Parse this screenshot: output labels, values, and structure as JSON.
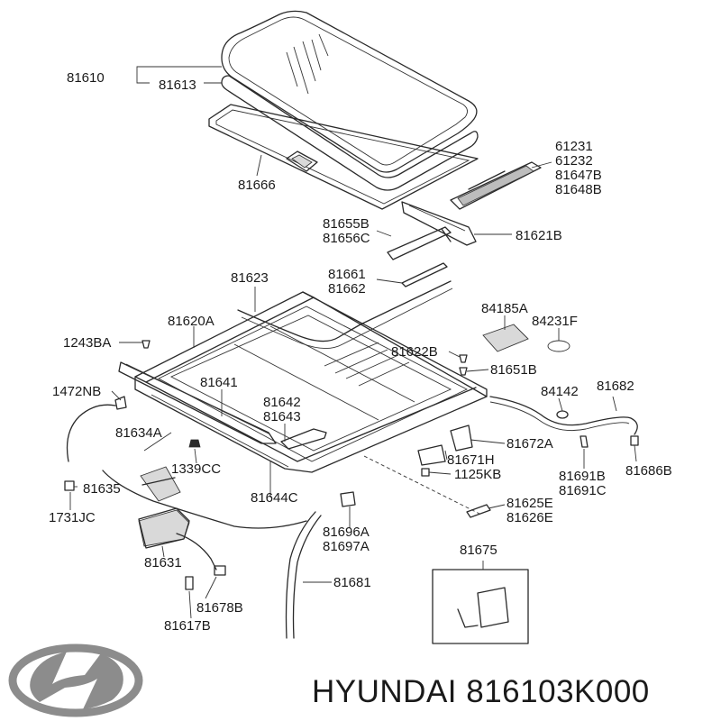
{
  "labels": [
    {
      "id": "81610",
      "text": "81610"
    },
    {
      "id": "81613",
      "text": "81613"
    },
    {
      "id": "81666",
      "text": "81666"
    },
    {
      "id": "61231",
      "text": "61231"
    },
    {
      "id": "61232",
      "text": "61232"
    },
    {
      "id": "81647B",
      "text": "81647B"
    },
    {
      "id": "81648B",
      "text": "81648B"
    },
    {
      "id": "81655B",
      "text": "81655B"
    },
    {
      "id": "81656C",
      "text": "81656C"
    },
    {
      "id": "81621B",
      "text": "81621B"
    },
    {
      "id": "81623",
      "text": "81623"
    },
    {
      "id": "81661",
      "text": "81661"
    },
    {
      "id": "81662",
      "text": "81662"
    },
    {
      "id": "81620A",
      "text": "81620A"
    },
    {
      "id": "84185A",
      "text": "84185A"
    },
    {
      "id": "84231F",
      "text": "84231F"
    },
    {
      "id": "1243BA",
      "text": "1243BA"
    },
    {
      "id": "81622B",
      "text": "81622B"
    },
    {
      "id": "81651B",
      "text": "81651B"
    },
    {
      "id": "1472NB",
      "text": "1472NB"
    },
    {
      "id": "81641",
      "text": "81641"
    },
    {
      "id": "84142",
      "text": "84142"
    },
    {
      "id": "81682",
      "text": "81682"
    },
    {
      "id": "81642",
      "text": "81642"
    },
    {
      "id": "81643",
      "text": "81643"
    },
    {
      "id": "81634A",
      "text": "81634A"
    },
    {
      "id": "81672A",
      "text": "81672A"
    },
    {
      "id": "81671H",
      "text": "81671H"
    },
    {
      "id": "1339CC",
      "text": "1339CC"
    },
    {
      "id": "1125KB",
      "text": "1125KB"
    },
    {
      "id": "81691B",
      "text": "81691B"
    },
    {
      "id": "81686B",
      "text": "81686B"
    },
    {
      "id": "81691C",
      "text": "81691C"
    },
    {
      "id": "81635",
      "text": "81635"
    },
    {
      "id": "81644C",
      "text": "81644C"
    },
    {
      "id": "81625E",
      "text": "81625E"
    },
    {
      "id": "81626E",
      "text": "81626E"
    },
    {
      "id": "1731JC",
      "text": "1731JC"
    },
    {
      "id": "81696A",
      "text": "81696A"
    },
    {
      "id": "81697A",
      "text": "81697A"
    },
    {
      "id": "81675",
      "text": "81675"
    },
    {
      "id": "81631",
      "text": "81631"
    },
    {
      "id": "81681",
      "text": "81681"
    },
    {
      "id": "81678B",
      "text": "81678B"
    },
    {
      "id": "81617B",
      "text": "81617B"
    }
  ],
  "brand": {
    "logo_icon": "hyundai-logo",
    "caption": "HYUNDAI 816103K000"
  },
  "colors": {
    "ink": "#2a2a2a",
    "logo": "#8c8c8c",
    "background": "#ffffff"
  }
}
